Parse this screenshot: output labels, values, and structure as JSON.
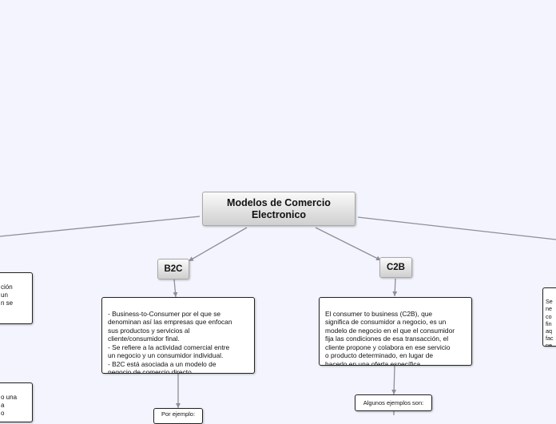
{
  "root": {
    "title": "Modelos de Comercio Electronico"
  },
  "branches": {
    "b2c": {
      "label": "B2C",
      "description": "- Business-to-Consumer por el que se\ndenominan así las empresas que enfocan\nsus productos y servicios al\ncliente/consumidor final.\n- Se refiere a la actividad comercial entre\nun negocio y un consumidor individual.\n- B2C está asociada a un modelo de\nnegocio de comercio directo.",
      "examples_label": "Por ejemplo:"
    },
    "c2b": {
      "label": "C2B",
      "description": "El consumer to business (C2B), que\nsignifica de consumidor a negocio, es un\nmodelo de negocio en el que el consumidor\nfija las condiciones de esa transacción, el\ncliente propone y colabora en ese servicio\no producto determinado, en lugar de\nhacerlo en una oferta específica.",
      "examples_label": "Algunos ejemplos son:"
    }
  },
  "clipped": {
    "left_upper": "ción\n un\nn se",
    "left_lower": "o una\na\no",
    "right": "Se\nne\nco\nfin\naq\nfac\nne\nse"
  }
}
